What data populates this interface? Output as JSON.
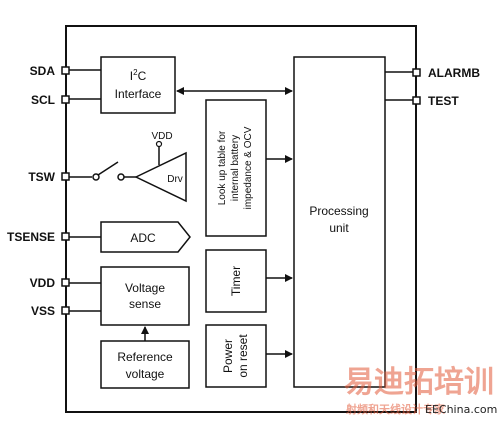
{
  "pins_left": {
    "sda": "SDA",
    "scl": "SCL",
    "tsw": "TSW",
    "tsense": "TSENSE",
    "vdd": "VDD",
    "vss": "VSS"
  },
  "pins_right": {
    "alarmb": "ALARMB",
    "test": "TEST"
  },
  "blocks": {
    "i2c_line1_pre": "I",
    "i2c_line1_sup": "2",
    "i2c_line1_post": "C",
    "i2c_line2": "Interface",
    "driver_vdd": "VDD",
    "driver": "Drv",
    "adc": "ADC",
    "voltage_sense_line1": "Voltage",
    "voltage_sense_line2": "sense",
    "reference_line1": "Reference",
    "reference_line2": "voltage",
    "lookup_line1": "Look up table for",
    "lookup_line2": "internal battery",
    "lookup_line3": "impedance & OCV",
    "timer": "Timer",
    "por_line1": "Power",
    "por_line2": "on reset",
    "processing_line1": "Processing",
    "processing_line2": "unit"
  },
  "watermark": {
    "main": "易迪拓培训",
    "sub": "射频和天线设计专家",
    "site": "EEChina.com"
  },
  "colors": {
    "stroke": "#111111",
    "watermark": "#e25a3a"
  }
}
